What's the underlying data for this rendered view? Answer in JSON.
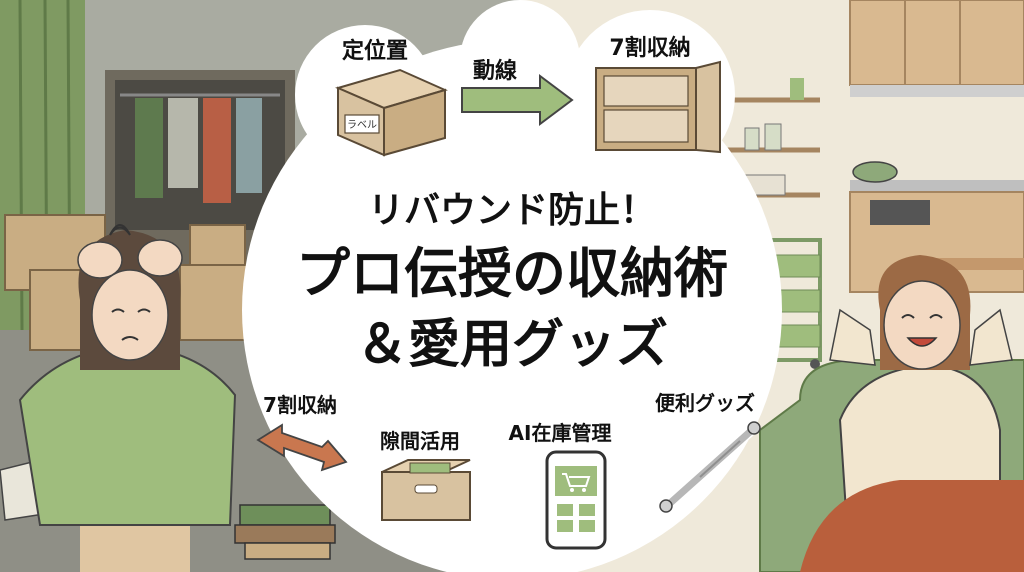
{
  "title": {
    "line1": "リバウンド防止！",
    "line2": "プロ伝授の収納術",
    "line3": "＆愛用グッズ"
  },
  "labels": {
    "fixed_position": "定位置",
    "flow_line": "動線",
    "storage_70_top": "7割収納",
    "box_label": "ラベル",
    "storage_70_left": "7割収納",
    "gap_use": "隙間活用",
    "ai_inventory": "AI在庫管理",
    "handy_goods": "便利グッズ"
  },
  "colors": {
    "left_bg": "#a9aba1",
    "right_bg": "#efe9da",
    "accent_green": "#8ea97a",
    "cardboard": "#d8c2a0",
    "center_bubble": "#ffffff",
    "arrow_brown": "#c9774f"
  },
  "icons": [
    "cardboard-box-icon",
    "right-arrow-icon",
    "cabinet-icon",
    "double-arrow-icon",
    "storage-box-icon",
    "smartphone-cart-icon",
    "tension-rod-icon"
  ]
}
